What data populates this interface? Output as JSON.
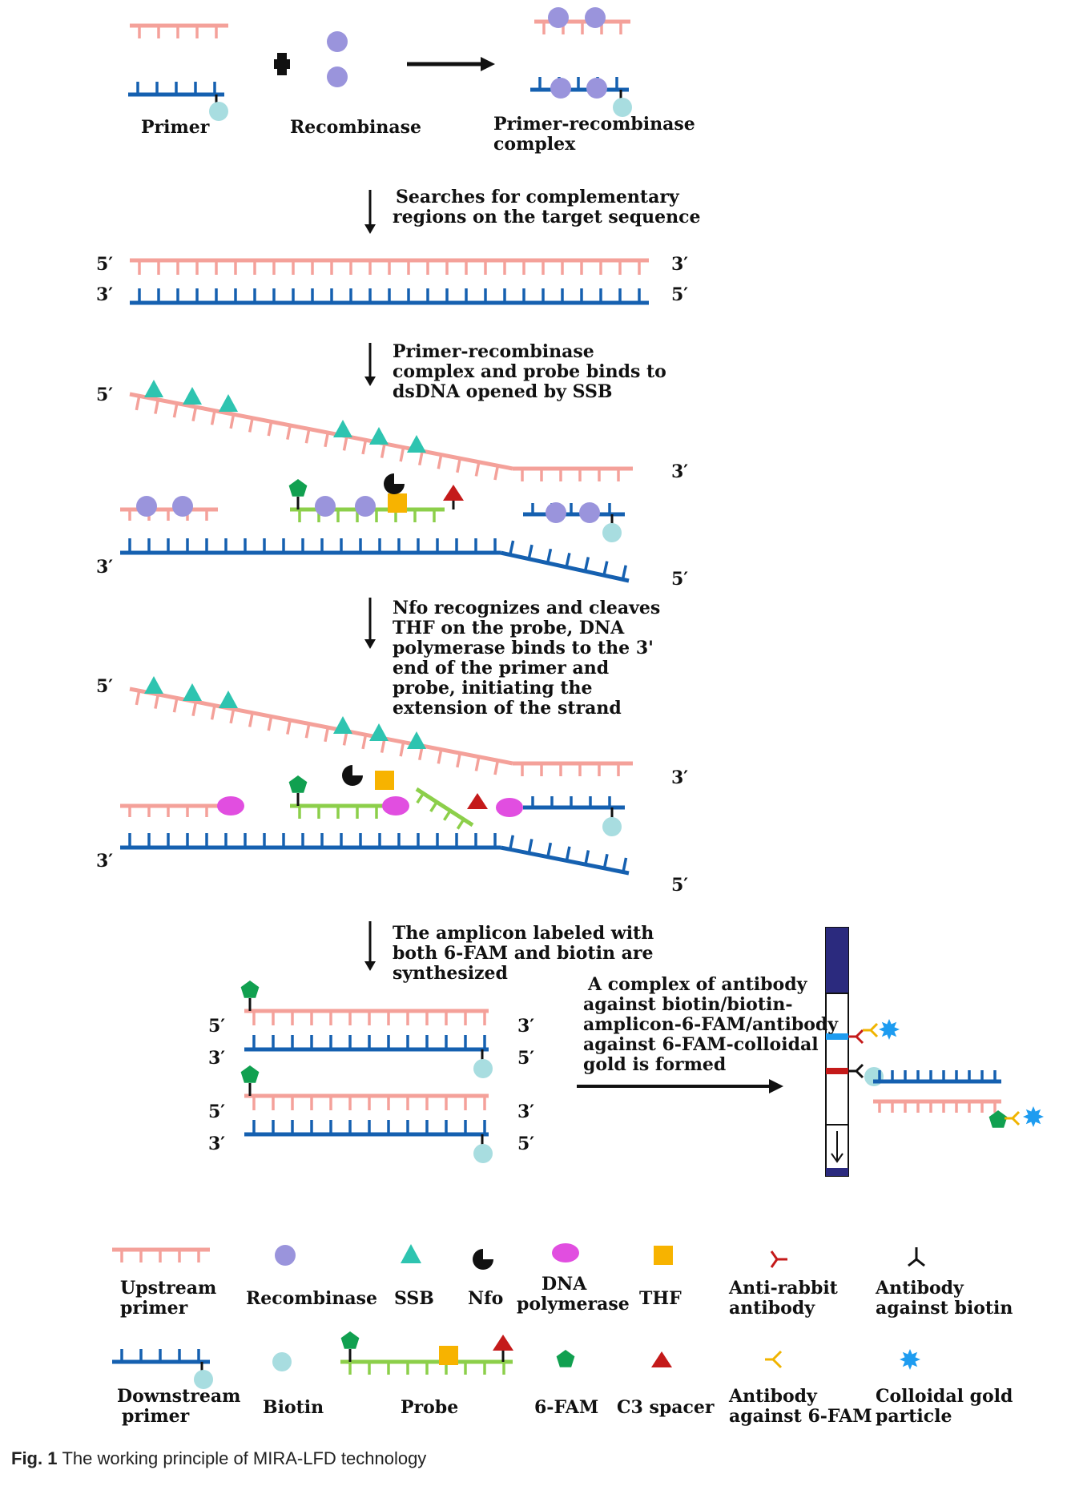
{
  "top_row": {
    "primer_label": "Primer",
    "recombinase_label": "Recombinase",
    "complex_label": [
      "Primer-recombinase",
      "complex"
    ]
  },
  "steps": {
    "step1": [
      "Searches for complementary",
      "regions on the target sequence"
    ],
    "step2": [
      "Primer-recombinase",
      "complex and probe binds to",
      "dsDNA opened by SSB"
    ],
    "step3": [
      "Nfo recognizes and cleaves",
      "THF on the probe, DNA",
      "polymerase binds to the 3'",
      "end of the primer and",
      "probe, initiating the",
      "extension of the strand"
    ],
    "step4": [
      "The amplicon labeled with",
      "both 6-FAM and biotin are",
      "synthesized"
    ],
    "step5": [
      "A complex of antibody",
      "against biotin/biotin-",
      "amplicon-6-FAM/antibody",
      "against 6-FAM-colloidal",
      "gold is formed"
    ]
  },
  "ends": {
    "five": "5′",
    "three": "3′"
  },
  "legend": {
    "upstream_primer": [
      "Upstream",
      "primer"
    ],
    "recombinase": "Recombinase",
    "ssb": "SSB",
    "nfo": "Nfo",
    "dna_polymerase": [
      "DNA",
      "polymerase"
    ],
    "thf": "THF",
    "anti_rabbit": [
      "Anti-rabbit",
      "antibody"
    ],
    "antibody_biotin": [
      "Antibody",
      "against biotin"
    ],
    "downstream_primer": [
      "Downstream",
      "primer"
    ],
    "biotin": "Biotin",
    "probe": "Probe",
    "fam": "6-FAM",
    "c3_spacer": "C3 spacer",
    "antibody_fam": [
      "Antibody",
      "against 6-FAM"
    ],
    "colloidal_gold": [
      "Colloidal gold",
      "particle"
    ]
  },
  "caption": {
    "label": "Fig. 1",
    "text": "The working principle of MIRA-LFD technology"
  },
  "colors": {
    "upstream": "#f4a19a",
    "downstream": "#1560b0",
    "probe": "#8ccf4a",
    "recombinase": "#9a94dc",
    "ssb": "#2ec4b0",
    "biotin": "#a8dde0",
    "fam": "#11a050",
    "c3": "#c41a1a",
    "thf": "#f7b300",
    "polymerase": "#e14ee0",
    "gold": "#1e9cf0",
    "anti_fam": "#f0b400",
    "strip_pad": "#2b2a7e"
  }
}
